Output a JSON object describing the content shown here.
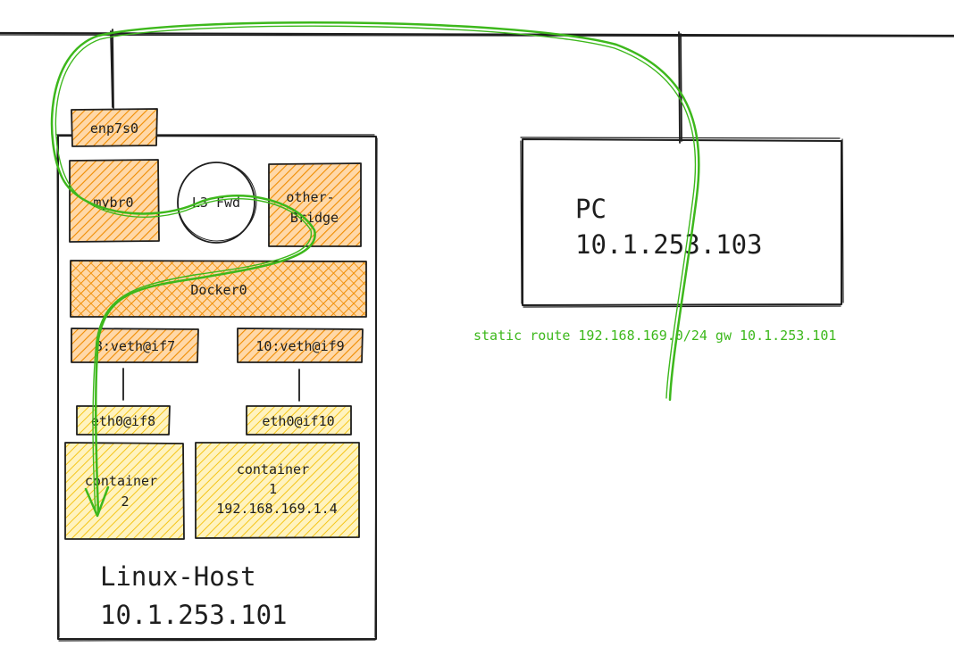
{
  "network": {
    "interfaces": {
      "enp7s0": "enp7s0",
      "mybr0": "mybr0",
      "l3_fwd": "L3 Fwd",
      "other_bridge_line1": "other-",
      "other_bridge_line2": "Bridge",
      "docker0": "Docker0",
      "veth_left": "8:veth@if7",
      "veth_right": "10:veth@if9",
      "eth_left": "eth0@if8",
      "eth_right": "eth0@if10"
    },
    "containers": {
      "left": {
        "line1": "container",
        "line2": "2"
      },
      "right": {
        "line1": "container",
        "line2": "1",
        "line3": "192.168.169.1.4"
      }
    },
    "linux_host": {
      "name": "Linux-Host",
      "ip": "10.1.253.101"
    },
    "pc": {
      "name": "PC",
      "ip": "10.1.253.103"
    },
    "route_note": "static route 192.168.169.0/24 gw 10.1.253.101"
  },
  "colors": {
    "ink": "#1e1e1e",
    "hatch_orange": "#f08c00",
    "hatch_yellow": "#f5c518",
    "route_green": "#3db81c"
  }
}
